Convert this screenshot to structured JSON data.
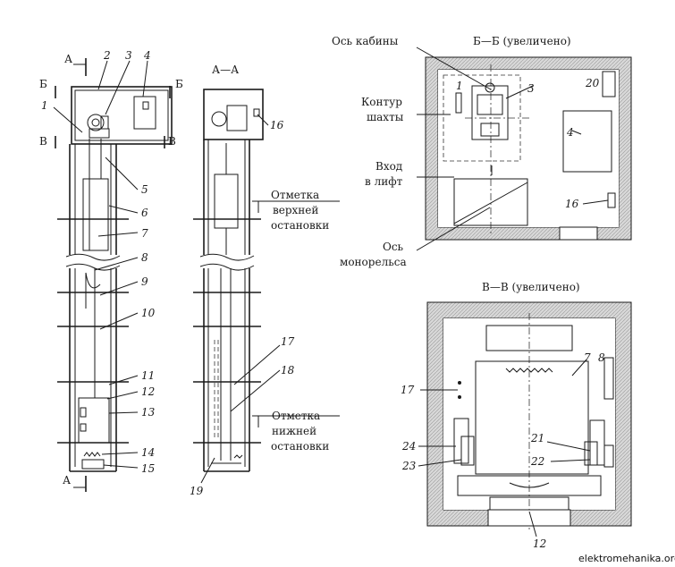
{
  "watermark": "elektromehanika.org",
  "sections": {
    "aa": "А—А",
    "bb": "Б—Б (увеличено)",
    "vv": "В—В (увеличено)"
  },
  "cut_marks": {
    "a": "А",
    "b": "Б",
    "v": "В"
  },
  "labels": {
    "cabin_axis": "Ось кабины",
    "shaft_contour_1": "Контур",
    "shaft_contour_2": "шахты",
    "entrance_1": "Вход",
    "entrance_2": "в лифт",
    "monorail_axis_1": "Ось",
    "monorail_axis_2": "монорельса",
    "upper_stop_1": "Отметка",
    "upper_stop_2": "верхней",
    "upper_stop_3": "остановки",
    "lower_stop_1": "Отметка",
    "lower_stop_2": "нижней",
    "lower_stop_3": "остановки"
  },
  "numbers": {
    "n1": "1",
    "n2": "2",
    "n3": "3",
    "n4": "4",
    "n5": "5",
    "n6": "6",
    "n7": "7",
    "n8": "8",
    "n9": "9",
    "n10": "10",
    "n11": "11",
    "n12": "12",
    "n13": "13",
    "n14": "14",
    "n15": "15",
    "n16": "16",
    "n17": "17",
    "n18": "18",
    "n19": "19",
    "n20": "20",
    "n21": "21",
    "n22": "22",
    "n23": "23",
    "n24": "24"
  }
}
